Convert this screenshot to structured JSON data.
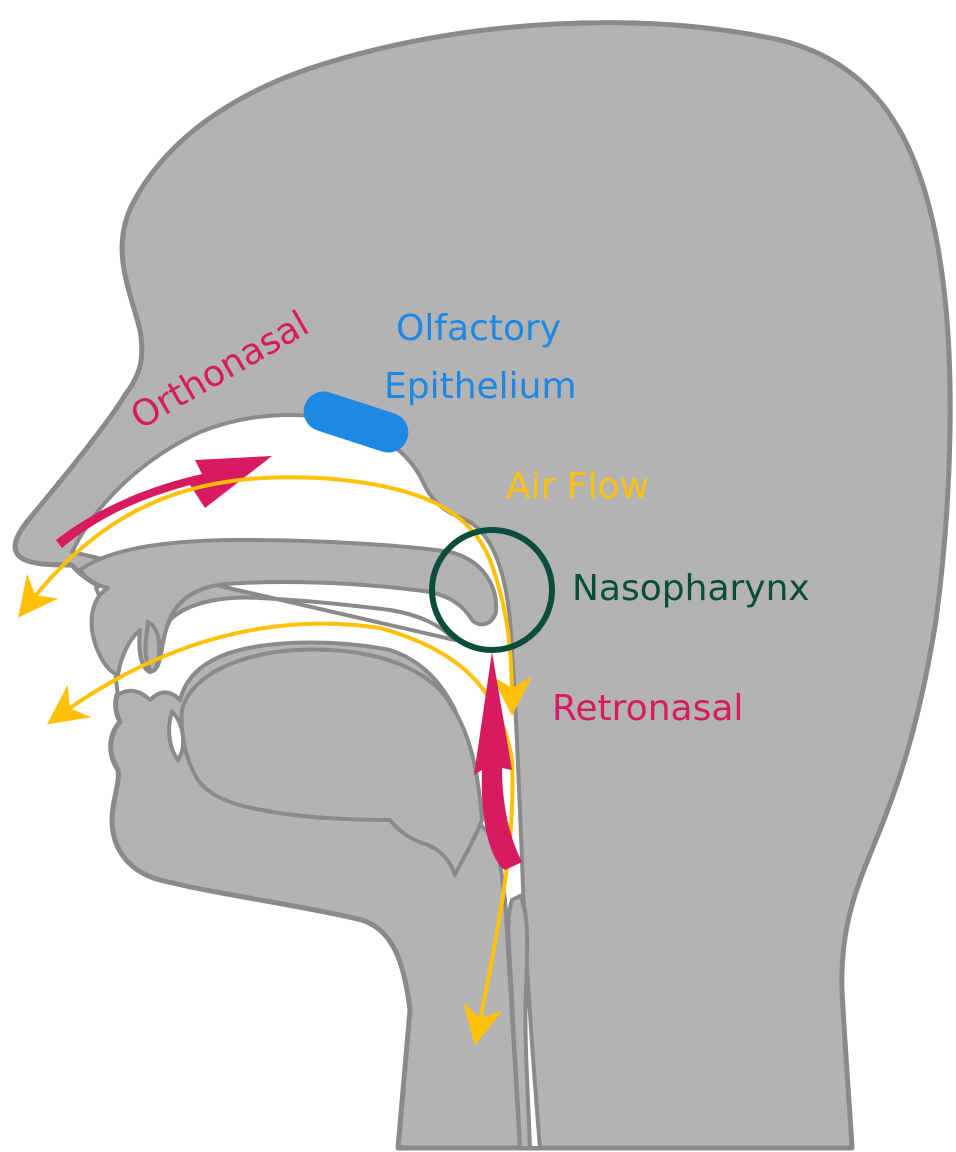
{
  "labels": {
    "orthonasal": "Orthonasal",
    "olfactory_line1": "Olfactory",
    "olfactory_line2": "Epithelium",
    "air_flow": "Air Flow",
    "nasopharynx": "Nasopharynx",
    "retronasal": "Retronasal"
  },
  "colors": {
    "head_fill": "#b3b3b3",
    "head_outline": "#8a8a8a",
    "cavity": "#ffffff",
    "orthonasal": "#d81b60",
    "retronasal": "#d81b60",
    "olfactory": "#1e88e5",
    "air_flow": "#ffc107",
    "nasopharynx": "#0b4d3c"
  },
  "icons": {
    "olfactory_epithelium": "blue-rounded-bar",
    "nasopharynx": "dark-green-circle",
    "orthonasal_arrow": "magenta-arrow",
    "retronasal_arrow": "magenta-arrow",
    "air_flow_arrows": "yellow-arrows"
  }
}
